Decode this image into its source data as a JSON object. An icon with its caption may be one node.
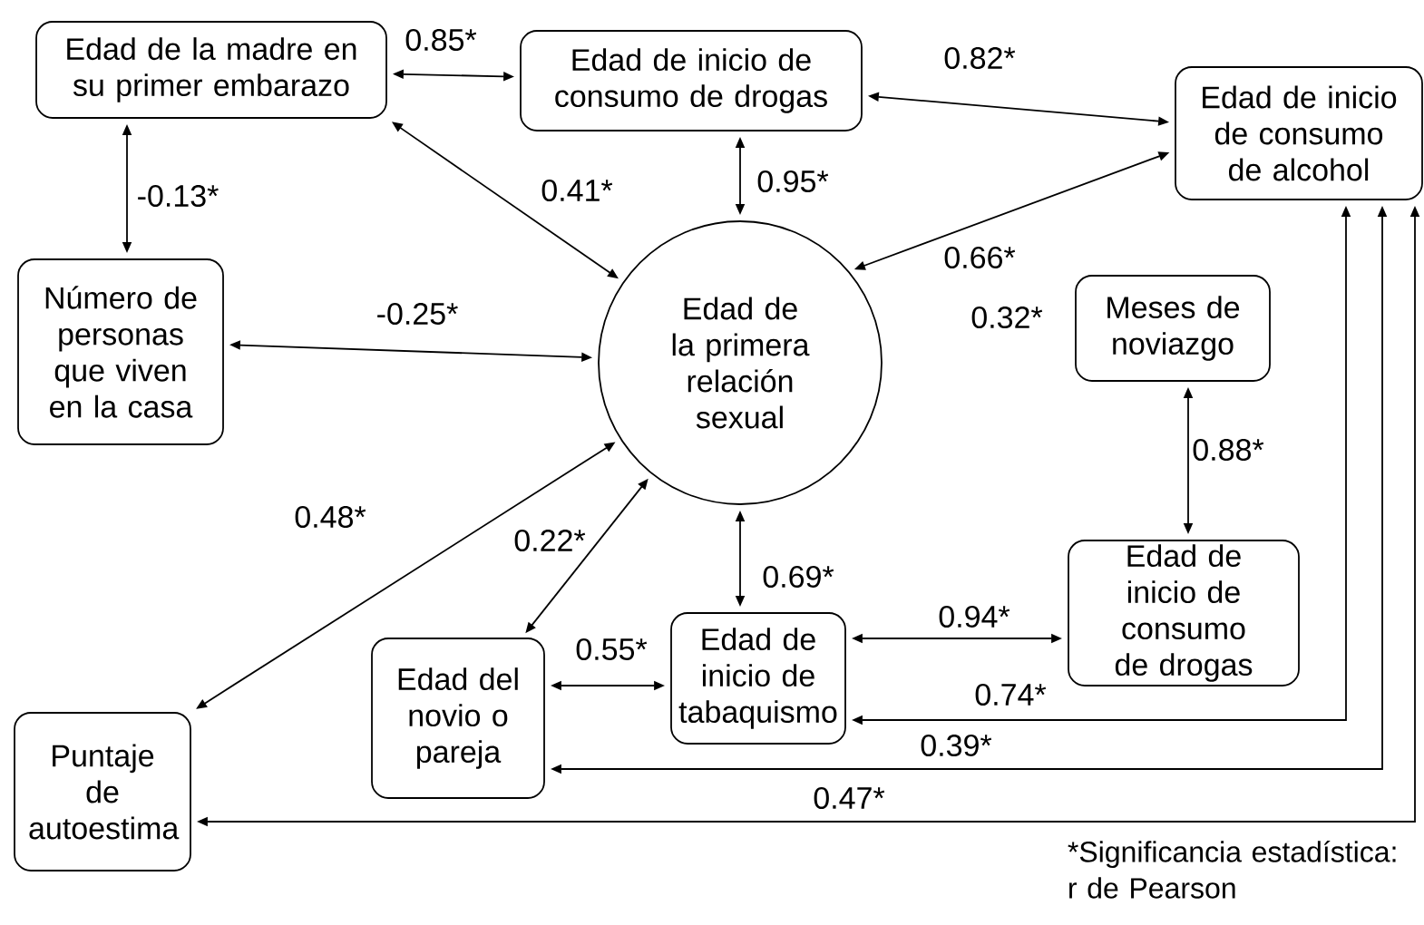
{
  "diagram": {
    "nodes": [
      {
        "text": [
          "Edad de la madre en su primer embarazo"
        ]
      },
      {
        "text": [
          "Edad de inicio de consumo de drogas"
        ]
      },
      {
        "text": [
          "Edad de inicio de consumo de alcohol"
        ]
      },
      {
        "text": [
          "Número de personas que viven en la casa"
        ]
      },
      {
        "text": [
          "Edad de la primera relación sexual"
        ]
      },
      {
        "text": [
          "Meses de noviazgo"
        ]
      },
      {
        "text": [
          "Puntaje de autoestima"
        ]
      },
      {
        "text": [
          "Edad del novio o pareja"
        ]
      },
      {
        "text": [
          "Edad de inicio de tabaquismo"
        ]
      },
      {
        "text": [
          "Edad de inicio de consumo de drogas"
        ]
      }
    ],
    "edges": [
      {
        "from": 0,
        "to": 1,
        "arrow": "both",
        "label": "0.85*"
      },
      {
        "from": 1,
        "to": 2,
        "arrow": "both",
        "label": "0.82*"
      },
      {
        "from": 0,
        "to": 3,
        "arrow": "both",
        "label": "-0.13*"
      },
      {
        "from": 0,
        "to": 4,
        "arrow": "both",
        "label": "0.41*"
      },
      {
        "from": 1,
        "to": 4,
        "arrow": "both",
        "label": "0.95*"
      },
      {
        "from": 4,
        "to": 2,
        "arrow": "both",
        "label": "0.66*"
      },
      {
        "from": 3,
        "to": 4,
        "arrow": "both",
        "label": "-0.25*"
      },
      {
        "from": 6,
        "to": 4,
        "arrow": "both",
        "label": "0.48*"
      },
      {
        "from": 7,
        "to": 4,
        "arrow": "both",
        "label": "0.22*"
      },
      {
        "from": 4,
        "to": 8,
        "arrow": "both",
        "label": "0.69*"
      },
      {
        "from": 7,
        "to": 8,
        "arrow": "both",
        "label": "0.55*"
      },
      {
        "from": 8,
        "to": 9,
        "arrow": "both",
        "label": "0.94*"
      },
      {
        "from": 5,
        "to": 9,
        "arrow": "both",
        "label": "0.88*"
      },
      {
        "from": 2,
        "to": 8,
        "arrow": "both",
        "label": "0.74*"
      },
      {
        "from": 2,
        "to": 7,
        "arrow": "both",
        "label": "0.39*"
      },
      {
        "from": 2,
        "to": 6,
        "arrow": "both",
        "label": "0.47*"
      }
    ],
    "labels": [
      "0.32*",
      "*Significancia estadística: r de Pearson"
    ]
  }
}
